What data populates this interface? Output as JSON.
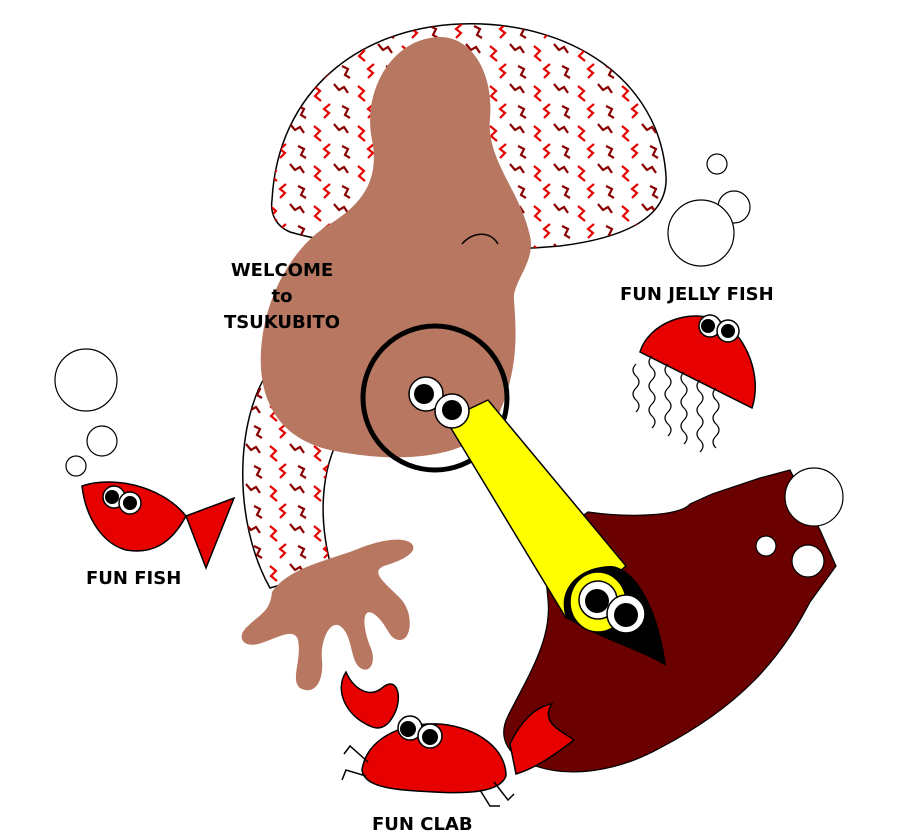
{
  "welcome": {
    "line1": "WELCOME",
    "line2": "to",
    "line3": "TSUKUBITO"
  },
  "creatures": {
    "jellyfish": "FUN JELLY FISH",
    "fish": "FUN FISH",
    "crab": "FUN CLAB"
  },
  "colors": {
    "creature_red": "#e60000",
    "gourd_brown": "#b87760",
    "rock_maroon": "#6b0000",
    "beam_yellow": "#ffff00",
    "pattern_dark_red": "#8b0000"
  }
}
